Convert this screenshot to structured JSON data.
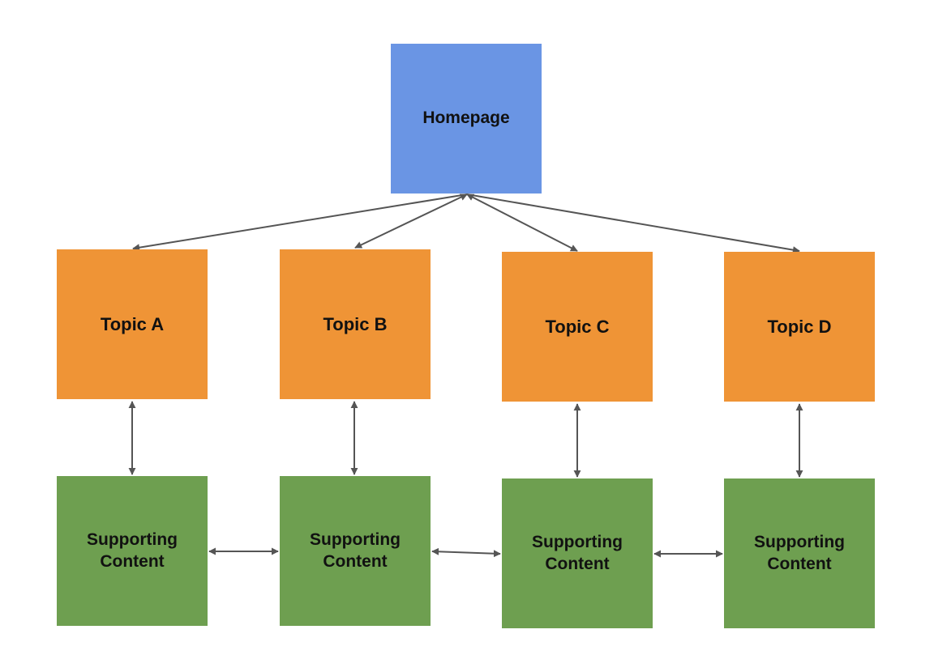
{
  "colors": {
    "homepage": "#6a95e4",
    "topic": "#ef9436",
    "supporting": "#6e9f50",
    "arrow": "#555555",
    "text": "#111111"
  },
  "homepage": {
    "label": "Homepage"
  },
  "topics": [
    {
      "label": "Topic A"
    },
    {
      "label": "Topic B"
    },
    {
      "label": "Topic C"
    },
    {
      "label": "Topic D"
    }
  ],
  "supporting": [
    {
      "label": "Supporting\nContent"
    },
    {
      "label": "Supporting\nContent"
    },
    {
      "label": "Supporting\nContent"
    },
    {
      "label": "Supporting\nContent"
    }
  ],
  "connections": [
    {
      "from": "homepage",
      "to": "topic-a",
      "bidirectional": false
    },
    {
      "from": "homepage",
      "to": "topic-b",
      "bidirectional": true
    },
    {
      "from": "homepage",
      "to": "topic-c",
      "bidirectional": true
    },
    {
      "from": "homepage",
      "to": "topic-d",
      "bidirectional": false
    },
    {
      "from": "topic-a",
      "to": "supporting-a",
      "bidirectional": true
    },
    {
      "from": "topic-b",
      "to": "supporting-b",
      "bidirectional": true
    },
    {
      "from": "topic-c",
      "to": "supporting-c",
      "bidirectional": true
    },
    {
      "from": "topic-d",
      "to": "supporting-d",
      "bidirectional": true
    },
    {
      "from": "supporting-a",
      "to": "supporting-b",
      "bidirectional": true
    },
    {
      "from": "supporting-b",
      "to": "supporting-c",
      "bidirectional": true
    },
    {
      "from": "supporting-c",
      "to": "supporting-d",
      "bidirectional": true
    }
  ]
}
